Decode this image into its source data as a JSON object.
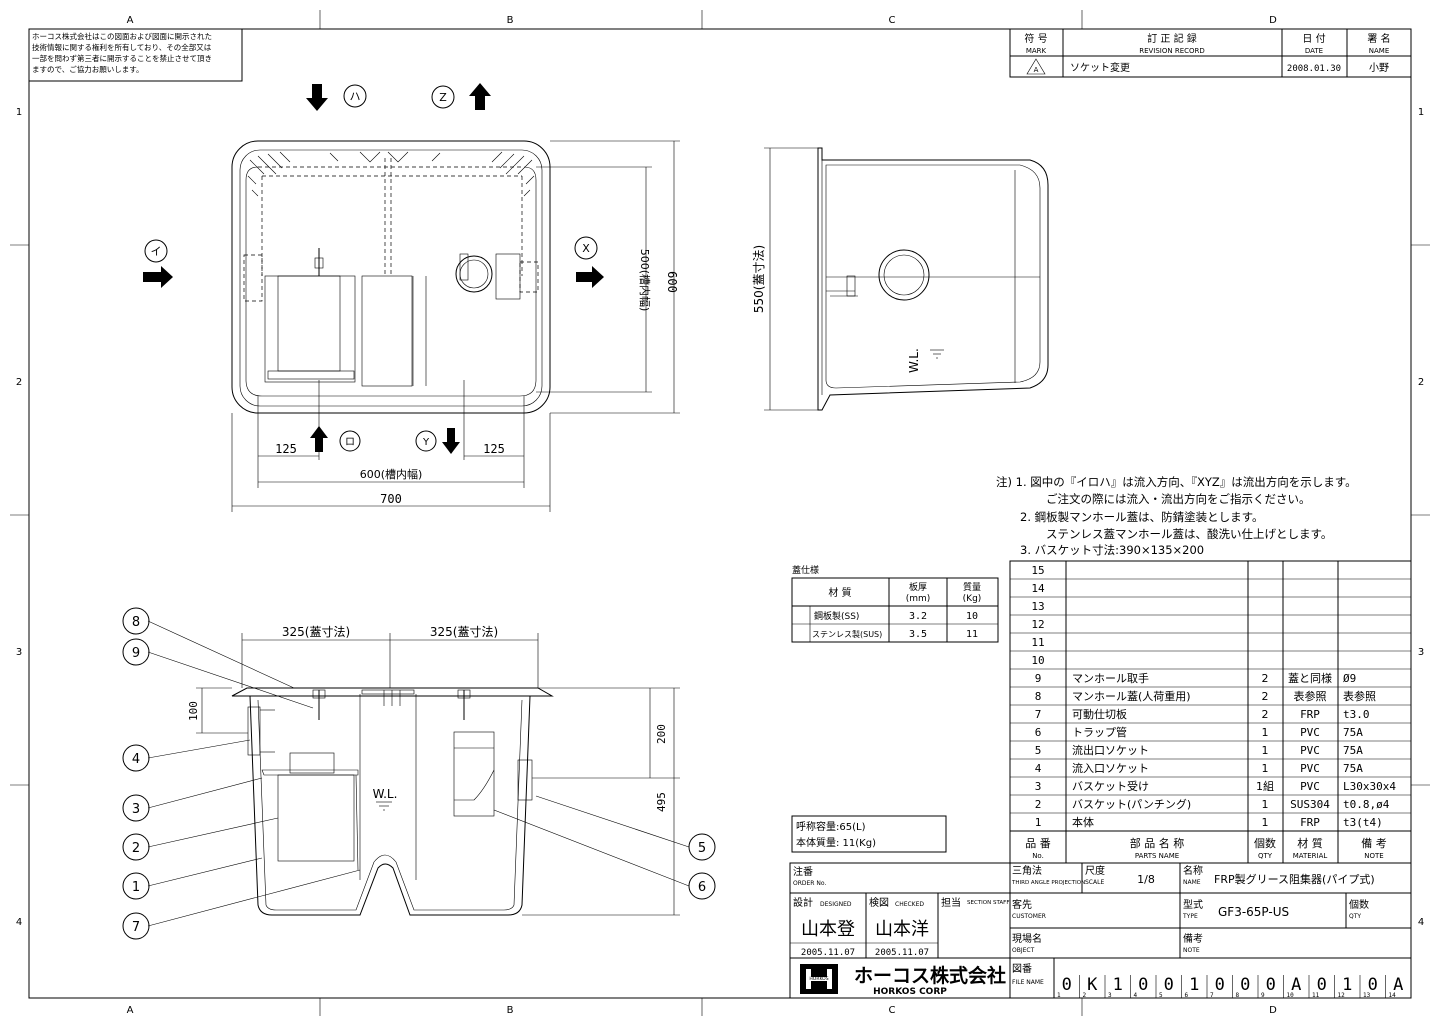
{
  "grid": {
    "cols": [
      "A",
      "B",
      "C",
      "D"
    ],
    "rows": [
      "1",
      "2",
      "3",
      "4"
    ]
  },
  "copyright_note": [
    "ホーコス株式会社はこの図面および図面に開示された",
    "技術情報に関する権利を所有しており、その全部又は",
    "一部を問わず第三者に開示することを禁止させて頂き",
    "ますので、ご協力お願いします。"
  ],
  "revision": {
    "head_mark_jp": "符 号",
    "head_mark_en": "MARK",
    "head_record_jp": "訂 正 記 録",
    "head_record_en": "REVISION RECORD",
    "head_date_jp": "日 付",
    "head_date_en": "DATE",
    "head_name_jp": "署 名",
    "head_name_en": "NAME",
    "row_mark": "A",
    "row_record": "ソケット変更",
    "row_date": "2008.01.30",
    "row_name": "小野"
  },
  "top_view": {
    "flow_i": "イ",
    "flow_ro": "ロ",
    "flow_ha": "ハ",
    "flow_x": "X",
    "flow_y": "Y",
    "flow_z": "Z",
    "dim_125_left": "125",
    "dim_125_right": "125",
    "dim_inner_width": "600(槽内幅)",
    "dim_total_width": "700",
    "dim_inner_height": "500(槽内幅)",
    "dim_total_height": "600"
  },
  "side_view": {
    "dim_lid": "550(蓋寸法)",
    "wl": "W.L."
  },
  "front_view": {
    "dim_lid_left": "325(蓋寸法)",
    "dim_lid_right": "325(蓋寸法)",
    "dim_100": "100",
    "dim_200": "200",
    "dim_495": "495",
    "wl": "W.L.",
    "balloons": [
      "8",
      "9",
      "4",
      "3",
      "2",
      "1",
      "7",
      "5",
      "6"
    ]
  },
  "notes": [
    "注) 1. 図中の『イロハ』は流入方向、『XYZ』は流出方向を示します。",
    "ご注文の際には流入・流出方向をご指示ください。",
    "2. 鋼板製マンホール蓋は、防錆塗装とします。",
    "ステンレス蓋マンホール蓋は、酸洗い仕上げとします。",
    "3. バスケット寸法:390×135×200"
  ],
  "lid_spec": {
    "title": "蓋仕様",
    "head_material": "材 質",
    "head_thickness": "板厚",
    "head_thickness_unit": "(mm)",
    "head_weight": "質量",
    "head_weight_unit": "(Kg)",
    "rows": [
      {
        "material": "鋼板製(SS)",
        "thickness": "3.2",
        "weight": "10"
      },
      {
        "material": "ステンレス製(SUS)",
        "thickness": "3.5",
        "weight": "11"
      }
    ]
  },
  "capacity": {
    "line1": "呼称容量:65(L)",
    "line2": "本体質量: 11(Kg)"
  },
  "parts": {
    "rows": [
      {
        "no": "15",
        "name": "",
        "qty": "",
        "material": "",
        "note": ""
      },
      {
        "no": "14",
        "name": "",
        "qty": "",
        "material": "",
        "note": ""
      },
      {
        "no": "13",
        "name": "",
        "qty": "",
        "material": "",
        "note": ""
      },
      {
        "no": "12",
        "name": "",
        "qty": "",
        "material": "",
        "note": ""
      },
      {
        "no": "11",
        "name": "",
        "qty": "",
        "material": "",
        "note": ""
      },
      {
        "no": "10",
        "name": "",
        "qty": "",
        "material": "",
        "note": ""
      },
      {
        "no": "9",
        "name": "マンホール取手",
        "qty": "2",
        "material": "蓋と同様",
        "note": "Ø9"
      },
      {
        "no": "8",
        "name": "マンホール蓋(人荷重用)",
        "qty": "2",
        "material": "表参照",
        "note": "表参照"
      },
      {
        "no": "7",
        "name": "可動仕切板",
        "qty": "2",
        "material": "FRP",
        "note": "t3.0"
      },
      {
        "no": "6",
        "name": "トラップ管",
        "qty": "1",
        "material": "PVC",
        "note": "75A"
      },
      {
        "no": "5",
        "name": "流出口ソケット",
        "qty": "1",
        "material": "PVC",
        "note": "75A"
      },
      {
        "no": "4",
        "name": "流入口ソケット",
        "qty": "1",
        "material": "PVC",
        "note": "75A"
      },
      {
        "no": "3",
        "name": "バスケット受け",
        "qty": "1組",
        "material": "PVC",
        "note": "L30x30x4"
      },
      {
        "no": "2",
        "name": "バスケット(パンチング)",
        "qty": "1",
        "material": "SUS304",
        "note": "t0.8,ø4"
      },
      {
        "no": "1",
        "name": "本体",
        "qty": "1",
        "material": "FRP",
        "note": "t3(t4)"
      }
    ],
    "head_no_jp": "品 番",
    "head_no_en": "No.",
    "head_name_jp": "部 品 名 称",
    "head_name_en": "PARTS NAME",
    "head_qty_jp": "個数",
    "head_qty_en": "QTY",
    "head_material_jp": "材 質",
    "head_material_en": "MATERIAL",
    "head_note_jp": "備 考",
    "head_note_en": "NOTE"
  },
  "title_block": {
    "order_jp": "注番",
    "order_en": "ORDER No.",
    "projection_jp": "三角法",
    "projection_en": "THIRD ANGLE PROJECTION",
    "scale_jp": "尺度",
    "scale_en": "SCALE",
    "scale": "1/8",
    "name_jp": "名称",
    "name_en": "NAME",
    "name": "FRP製グリース阻集器(パイプ式)",
    "designed_jp": "設計",
    "designed_en": "DESIGNED",
    "checked_jp": "検図",
    "checked_en": "CHECKED",
    "staff_jp": "担当",
    "staff_en": "SECTION STAFF",
    "customer_jp": "客先",
    "customer_en": "CUSTOMER",
    "type_jp": "型式",
    "type_en": "TYPE",
    "type": "GF3-65P-US",
    "qty_jp": "個数",
    "qty_en": "QTY",
    "designer": "山本登",
    "checker": "山本洋",
    "design_date": "2005.11.07",
    "check_date": "2005.11.07",
    "object_jp": "現場名",
    "object_en": "OBJECT",
    "note_jp": "備考",
    "note_en": "NOTE",
    "company": "ホーコス株式会社",
    "company_en": "HORKOS CORP",
    "logo": "HORKOS",
    "file_jp": "図番",
    "file_en": "FILE NAME",
    "file_chars": [
      "0",
      "K",
      "1",
      "0",
      "0",
      "1",
      "0",
      "0",
      "0",
      "A",
      "0",
      "1",
      "0",
      "A"
    ],
    "file_idx": [
      "1",
      "2",
      "3",
      "4",
      "5",
      "6",
      "7",
      "8",
      "9",
      "10",
      "11",
      "12",
      "13",
      "14"
    ]
  }
}
